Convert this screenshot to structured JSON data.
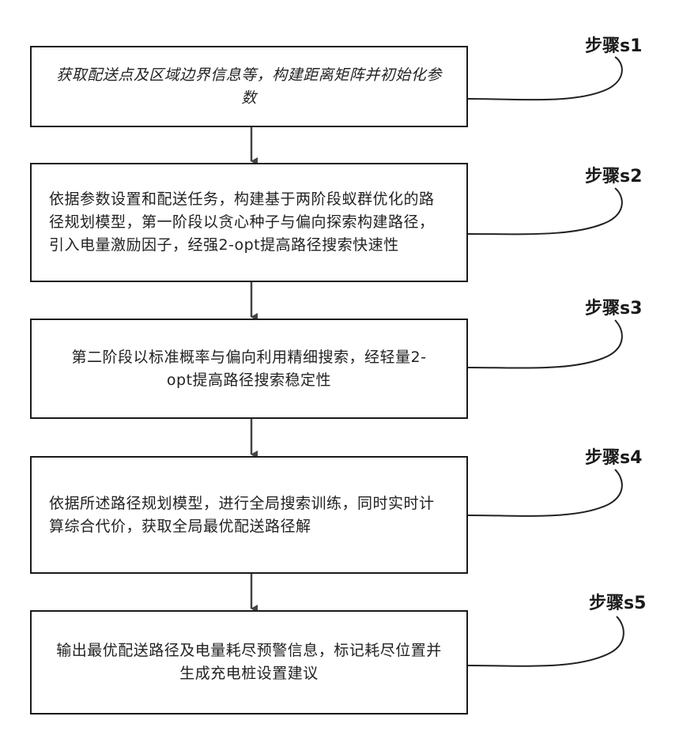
{
  "steps": [
    {
      "label": "步骤s1",
      "text": "获取配送点及区域边界信息等，构建距离矩阵并初始化参数"
    },
    {
      "label": "步骤s2",
      "text": "依据参数设置和配送任务，构建基于两阶段蚁群优化的路径规划模型，第一阶段以贪心种子与偏向探索构建路径，引入电量激励因子，经强2-opt提高路径搜索快速性"
    },
    {
      "label": "步骤s3",
      "text": "第二阶段以标准概率与偏向利用精细搜索，经轻量2-opt提高路径搜索稳定性"
    },
    {
      "label": "步骤s4",
      "text": "依据所述路径规划模型，进行全局搜索训练，同时实时计算综合代价，获取全局最优配送路径解"
    },
    {
      "label": "步骤s5",
      "text": "输出最优配送路径及电量耗尽预警信息，标记耗尽位置并生成充电桩设置建议"
    }
  ]
}
